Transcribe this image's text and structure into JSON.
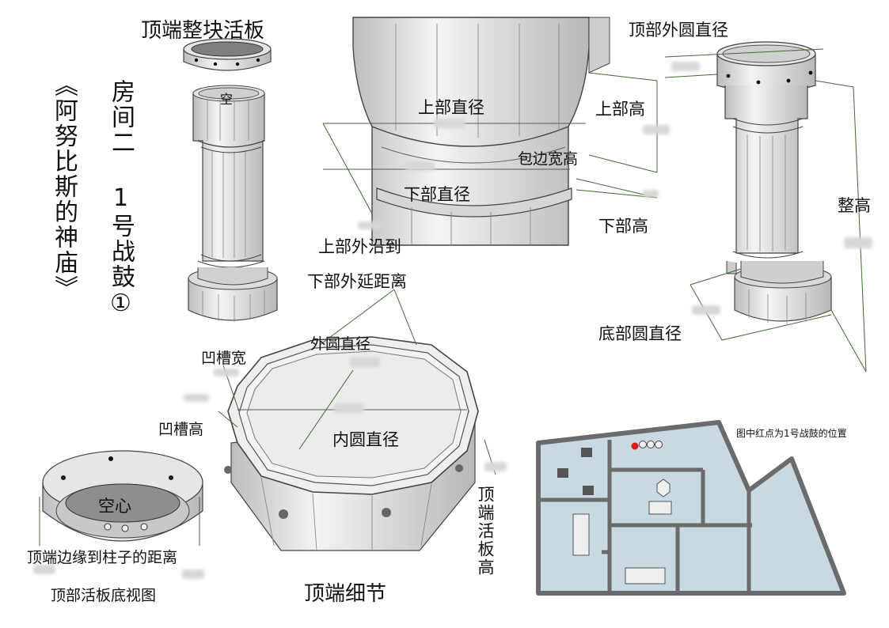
{
  "title": {
    "temple": "《阿努比斯的神庙》",
    "room": "房间二 1号战鼓①"
  },
  "labels": {
    "top_panel": "顶端整块活板",
    "empty_small": "空",
    "top_outer_diameter": "顶部外圆直径",
    "upper_diameter": "上部直径",
    "upper_height": "上部高",
    "edge_width_height": "包边宽高",
    "lower_diameter": "下部直径",
    "lower_height": "下部高",
    "upper_outer_edge": "上部外沿到",
    "lower_outer_extension": "下部外延距离",
    "total_height": "整高",
    "bottom_circle_diameter": "底部圆直径",
    "groove_width": "凹槽宽",
    "groove_height": "凹槽高",
    "outer_circle_diameter": "外圆直径",
    "inner_circle_diameter": "内圆直径",
    "hollow": "空心",
    "top_edge_to_pillar": "顶端边缘到柱子的距离",
    "top_panel_bottom_view": "顶部活板底视图",
    "top_detail": "顶端细节",
    "top_panel_height": "顶端活板高",
    "map_note": "图中红点为1号战鼓的位置"
  },
  "colors": {
    "accent_red": "#e01818",
    "line_green": "#3d6b2e",
    "map_floor": "#c9d9e2",
    "wall": "#6b6b6b"
  }
}
